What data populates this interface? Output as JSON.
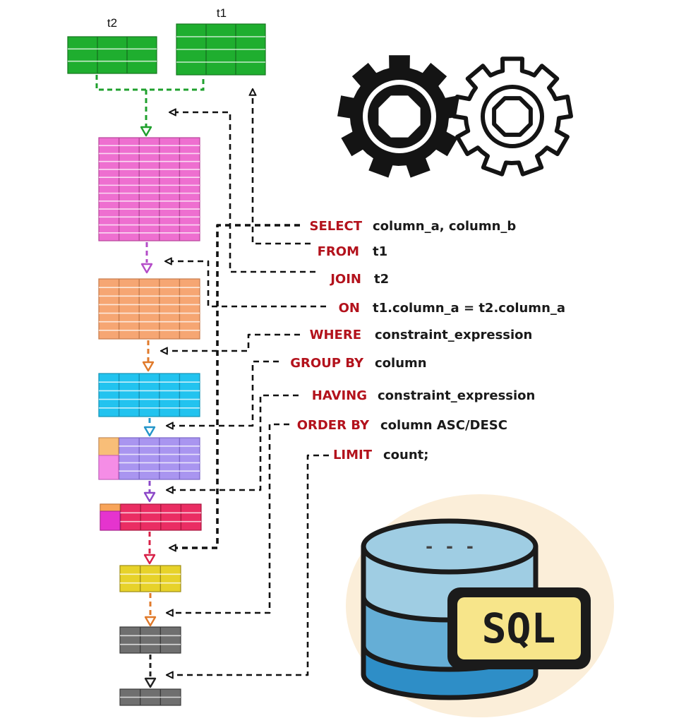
{
  "tables": {
    "t2_label": "t2",
    "t1_label": "t1"
  },
  "clauses": [
    {
      "keyword": "SELECT",
      "argument": "column_a, column_b"
    },
    {
      "keyword": "FROM",
      "argument": "t1"
    },
    {
      "keyword": "JOIN",
      "argument": "t2"
    },
    {
      "keyword": "ON",
      "argument": "t1.column_a = t2.column_a"
    },
    {
      "keyword": "WHERE",
      "argument": "constraint_expression"
    },
    {
      "keyword": "GROUP BY",
      "argument": "column"
    },
    {
      "keyword": "HAVING",
      "argument": "constraint_expression"
    },
    {
      "keyword": "ORDER BY",
      "argument": "column ASC/DESC"
    },
    {
      "keyword": "LIMIT",
      "argument": "count;"
    }
  ],
  "stages": [
    {
      "name": "joined",
      "color": "#ee6fd0"
    },
    {
      "name": "where",
      "color": "#f6a673"
    },
    {
      "name": "group-by",
      "color": "#22c3ef"
    },
    {
      "name": "having",
      "color": "#a995f0"
    },
    {
      "name": "select",
      "color": "#ea2d63"
    },
    {
      "name": "order-by",
      "color": "#e7d22a"
    },
    {
      "name": "limit-1",
      "color": "#6f6f6f"
    },
    {
      "name": "limit-2",
      "color": "#6f6f6f"
    }
  ],
  "badge": {
    "text": "SQL",
    "db_dash": "- - -"
  },
  "colors": {
    "keyword": "#b3121c",
    "source_table": "#1fae2f",
    "gear_dark": "#141414",
    "badge_fill": "#f7e58a",
    "db_top": "#9fcde3",
    "db_bottom": "#2e8ec7"
  }
}
